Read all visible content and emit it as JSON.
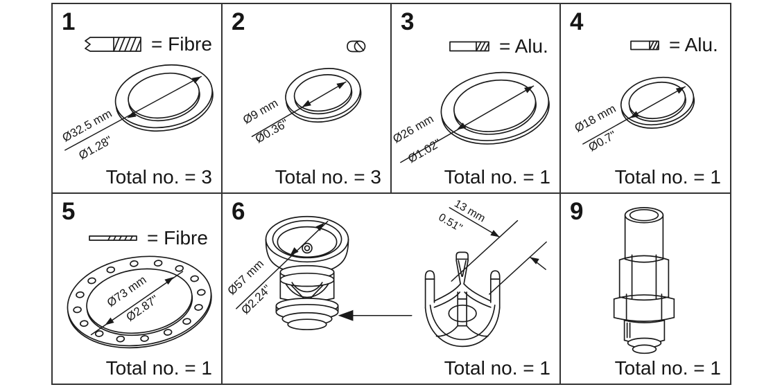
{
  "colors": {
    "ink": "#1a1a1a",
    "border": "#333333",
    "background": "#ffffff"
  },
  "panels": {
    "p1": {
      "number": "1",
      "legend_label": "= Fibre",
      "dim_metric": "Ø32.5 mm",
      "dim_imperial": "Ø1.28\"",
      "total": "Total no. = 3"
    },
    "p2": {
      "number": "2",
      "dim_metric": "Ø9 mm",
      "dim_imperial": "Ø0.36\"",
      "total": "Total no. = 3"
    },
    "p3": {
      "number": "3",
      "legend_label": "= Alu.",
      "dim_metric": "Ø26 mm",
      "dim_imperial": "Ø1.02\"",
      "total": "Total no. = 1"
    },
    "p4": {
      "number": "4",
      "legend_label": "= Alu.",
      "dim_metric": "Ø18 mm",
      "dim_imperial": "Ø0.7\"",
      "total": "Total no. = 1"
    },
    "p5": {
      "number": "5",
      "legend_label": "= Fibre",
      "dim_metric": "Ø73 mm",
      "dim_imperial": "Ø2.87\"",
      "total": "Total no. = 1"
    },
    "p6": {
      "number": "6",
      "dim_metric": "Ø57 mm",
      "dim_imperial": "Ø2.24\"",
      "sec_dim_metric": "13 mm",
      "sec_dim_imperial": "0.51\"",
      "total": "Total no. = 1"
    },
    "p9": {
      "number": "9",
      "total": "Total no. = 1"
    }
  }
}
